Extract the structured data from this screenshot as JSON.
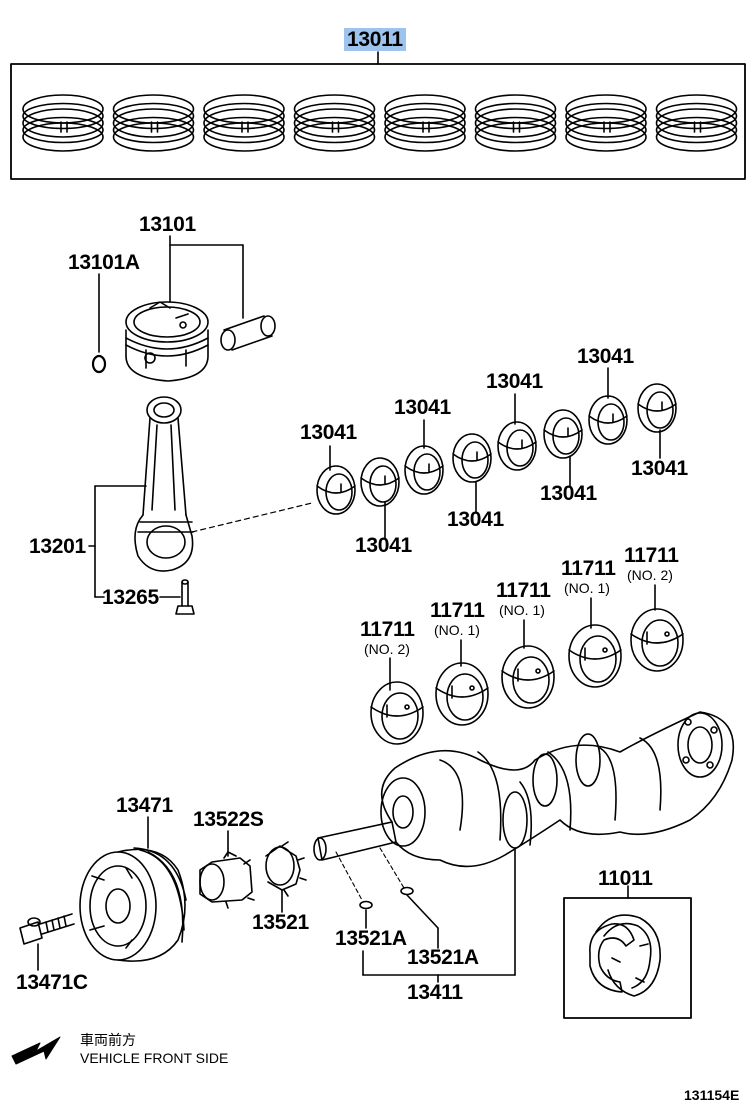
{
  "diagram": {
    "callouts": {
      "piston_ring_set": "13011",
      "piston_sub_assy": "13101",
      "piston_pin_hole_snap_ring": "13101A",
      "connecting_rod": "13201",
      "connecting_rod_bolt": "13265",
      "rod_bearing_a": "13041",
      "rod_bearing_b": "13041",
      "rod_bearing_c": "13041",
      "rod_bearing_d": "13041",
      "rod_bearing_e": "13041",
      "rod_bearing_f": "13041",
      "rod_bearing_g": "13041",
      "rod_bearing_h": "13041",
      "main_bearing_a": "11711",
      "main_bearing_a_note": "(NO. 2)",
      "main_bearing_b": "11711",
      "main_bearing_b_note": "(NO. 1)",
      "main_bearing_c": "11711",
      "main_bearing_c_note": "(NO. 1)",
      "main_bearing_d": "11711",
      "main_bearing_d_note": "(NO. 1)",
      "main_bearing_e": "11711",
      "main_bearing_e_note": "(NO. 2)",
      "crankshaft_pulley": "13471",
      "pulley_bolt": "13471C",
      "crank_timing_sprocket": "13522S",
      "crank_gear": "13521",
      "key_a": "13521A",
      "key_b": "13521A",
      "crankshaft": "13411",
      "thrust_washer_set": "11011"
    },
    "direction_label_jp": "車両前方",
    "direction_label_en": "VEHICLE FRONT SIDE",
    "figure_code": "131154E",
    "colors": {
      "highlight": "#9ec4ee",
      "ink": "#000000"
    }
  }
}
